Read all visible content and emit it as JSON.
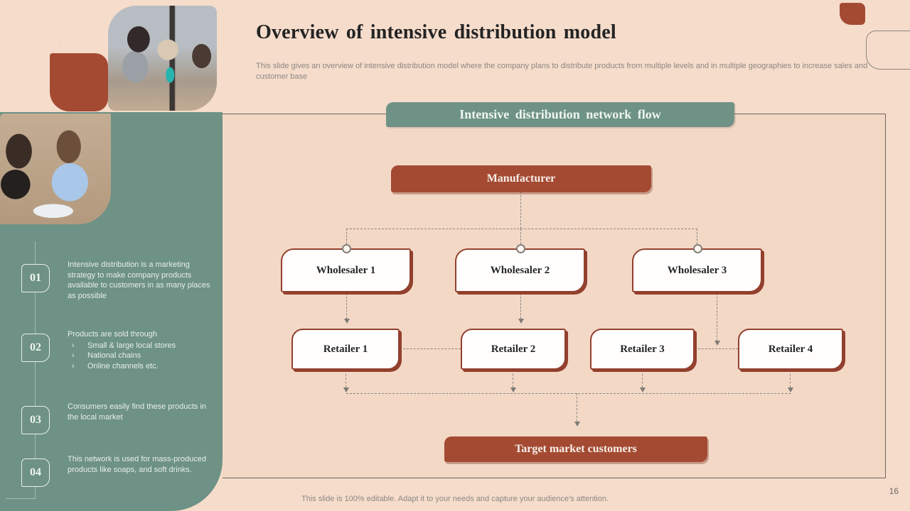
{
  "slide": {
    "title": "Overview of intensive distribution model",
    "subtitle": "This slide gives an overview of intensive distribution model where the company plans to distribute products from multiple levels and in multiple geographies to increase sales and customer base",
    "footer": "This slide is 100% editable. Adapt it to your needs and capture your audience's attention.",
    "page_number": "16"
  },
  "sidebar": {
    "bullet_marker": "›",
    "items": [
      {
        "number": "01",
        "text": "Intensive distribution is a marketing strategy to make company products available to customers in as many places as possible",
        "bullets": []
      },
      {
        "number": "02",
        "text": "Products are sold through",
        "bullets": [
          "Small & large local stores",
          "National chains",
          "Online channels etc."
        ]
      },
      {
        "number": "03",
        "text": "Consumers easily find these products in the local market",
        "bullets": []
      },
      {
        "number": "04",
        "text": "This network is used for mass-produced products like soaps, and soft drinks.",
        "bullets": []
      }
    ]
  },
  "diagram": {
    "banner": "Intensive distribution network flow",
    "manufacturer": "Manufacturer",
    "wholesalers": [
      "Wholesaler 1",
      "Wholesaler 2",
      "Wholesaler 3"
    ],
    "retailers": [
      "Retailer 1",
      "Retailer 2",
      "Retailer 3",
      "Retailer 4"
    ],
    "target": "Target market customers"
  },
  "colors": {
    "background": "#f5dccb",
    "sage_green": "#6e9285",
    "brick_red": "#a44a32",
    "brick_border": "#93402e",
    "panel_border": "#6e675e",
    "text_dark": "#232323",
    "text_gray": "#8d8781",
    "connector_gray": "#8a8680"
  }
}
